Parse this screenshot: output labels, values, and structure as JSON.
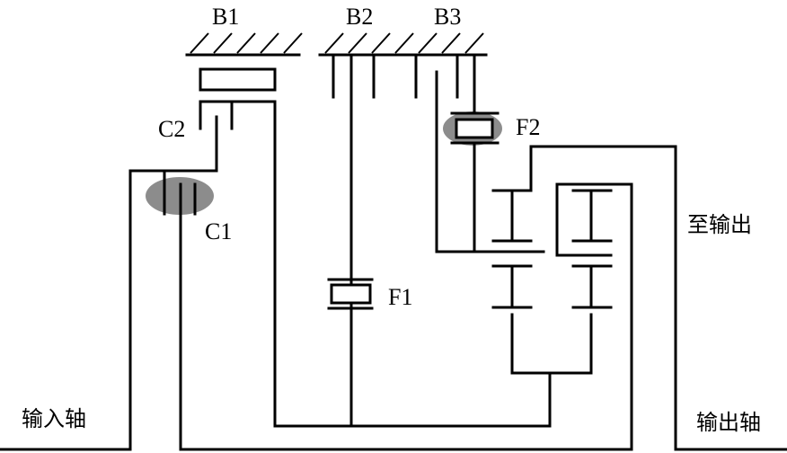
{
  "labels": {
    "b1": "B1",
    "b2": "B2",
    "b3": "B3",
    "c1": "C1",
    "c2": "C2",
    "f1": "F1",
    "f2": "F2",
    "to_output": "至输出",
    "input_shaft": "输入轴",
    "output_shaft": "输出轴"
  },
  "colors": {
    "line": "#000000",
    "highlight": "#8c8c8c",
    "background": "#ffffff"
  }
}
